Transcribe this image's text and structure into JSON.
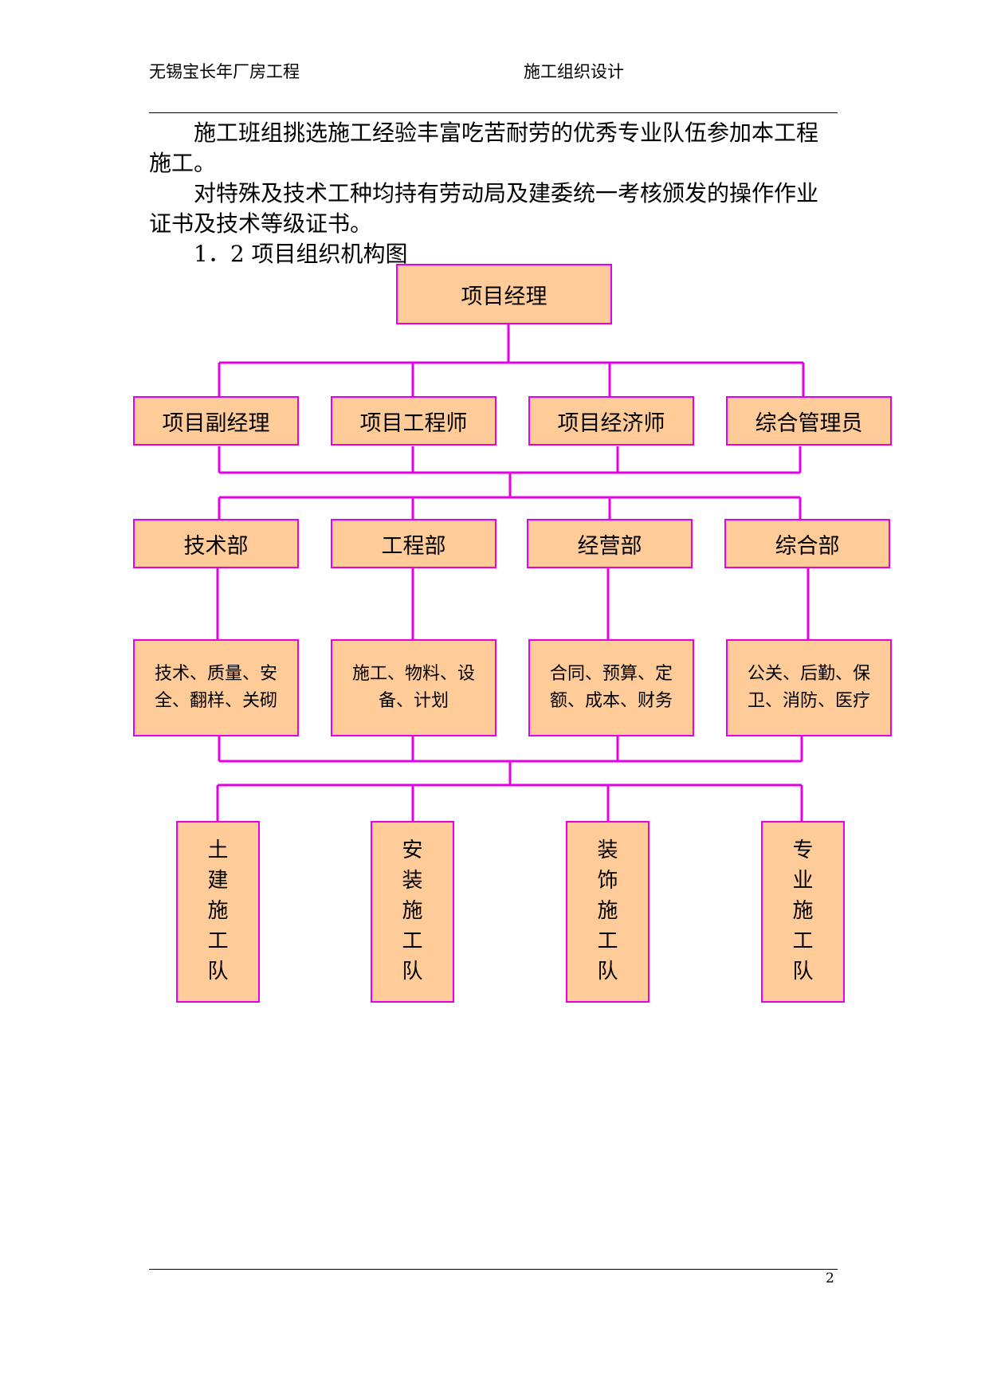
{
  "header": {
    "project": "无锡宝长年厂房工程",
    "doc_title": "施工组织设计"
  },
  "body": {
    "para1": "施工班组挑选施工经验丰富吃苦耐劳的优秀专业队伍参加本工程施工。",
    "para2": "对特殊及技术工种均持有劳动局及建委统一考核颁发的操作作业证书及技术等级证书。",
    "section": "1．2 项目组织机构图"
  },
  "org_chart": {
    "top": "项目经理",
    "level1": [
      "项目副经理",
      "项目工程师",
      "项目经济师",
      "综合管理员"
    ],
    "level2": [
      "技术部",
      "工程部",
      "经营部",
      "综合部"
    ],
    "level3": [
      "技术、质量、安全、翻样、关砌",
      "施工、物料、设备、计划",
      "合同、预算、定额、成本、财务",
      "公关、后勤、保卫、消防、医疗"
    ],
    "level4": [
      "土建施工队",
      "安装施工队",
      "装饰施工队",
      "专业施工队"
    ],
    "line_color": "#e600e6",
    "box_fill": "#ffcc99"
  },
  "footer": {
    "page_number": "2"
  }
}
